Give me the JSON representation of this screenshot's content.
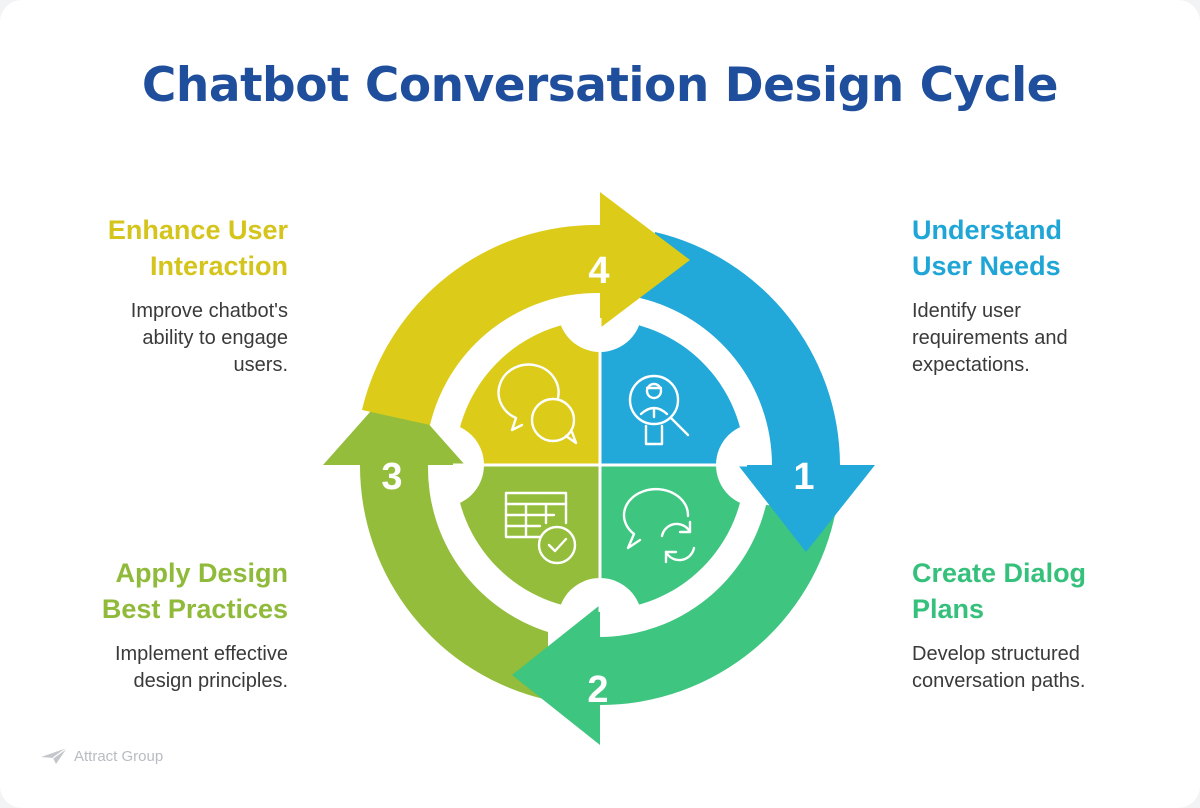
{
  "title": "Chatbot Conversation Design Cycle",
  "steps": {
    "s1": {
      "number": "1",
      "title_line1": "Understand",
      "title_line2": "User Needs",
      "desc_line1": "Identify user",
      "desc_line2": "requirements and",
      "desc_line3": "expectations.",
      "color": "#1fa6d6",
      "icon": "user-search-icon"
    },
    "s2": {
      "number": "2",
      "title_line1": "Create Dialog",
      "title_line2": "Plans",
      "desc_line1": "Develop structured",
      "desc_line2": "conversation paths.",
      "color": "#35c07c",
      "icon": "chat-refresh-icon"
    },
    "s3": {
      "number": "3",
      "title_line1": "Apply Design",
      "title_line2": "Best Practices",
      "desc_line1": "Implement effective",
      "desc_line2": "design principles.",
      "color": "#8fba3a",
      "icon": "table-check-icon"
    },
    "s4": {
      "number": "4",
      "title_line1": "Enhance User",
      "title_line2": "Interaction",
      "desc_line1": "Improve chatbot's",
      "desc_line2": "ability to engage",
      "desc_line3": "users.",
      "color": "#d4c41b",
      "icon": "chat-bubbles-icon"
    }
  },
  "footer": {
    "logo_text": "Attract Group",
    "icon": "paper-plane-icon"
  }
}
